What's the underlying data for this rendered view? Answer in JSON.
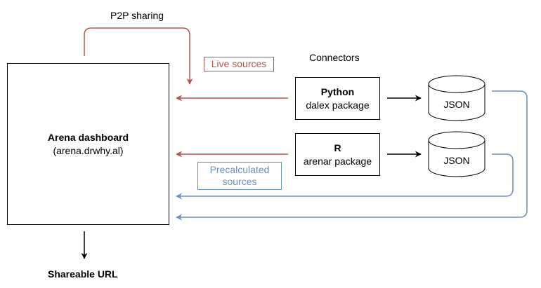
{
  "dashboard": {
    "title": "Arena dashboard",
    "subtitle": "(arena.drwhy.al)"
  },
  "connectors_label": "Connectors",
  "python_box": {
    "title": "Python",
    "subtitle": "dalex package"
  },
  "r_box": {
    "title": "R",
    "subtitle": "arenar package"
  },
  "json_top": "JSON",
  "json_bottom": "JSON",
  "p2p_label": "P2P sharing",
  "live_sources_label": "Live sources",
  "precalculated_label": "Precalculated sources",
  "shareable_url_label": "Shareable URL",
  "colors": {
    "live": "#b85450",
    "precalculated": "#6c8ebf",
    "default": "#000000"
  }
}
